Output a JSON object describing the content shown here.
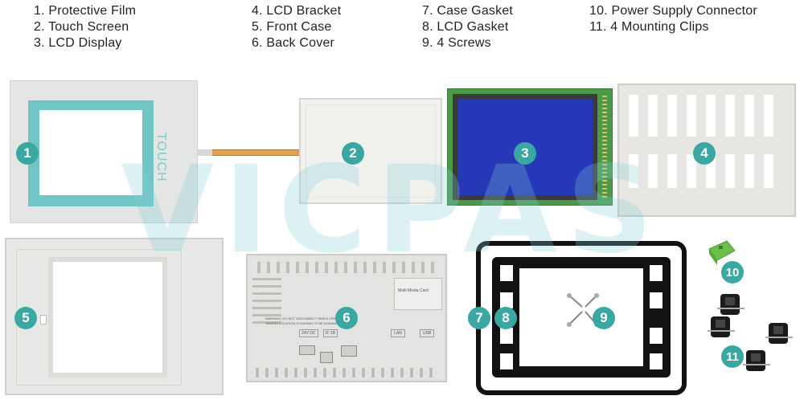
{
  "legend": {
    "col1": [
      "1. Protective Film",
      "2. Touch Screen",
      "3. LCD Display"
    ],
    "col2": [
      "4. LCD Bracket",
      "5. Front Case",
      "6. Back Cover"
    ],
    "col3": [
      "7. Case Gasket",
      "8. LCD Gasket",
      "9. 4 Screws"
    ],
    "col4": [
      "10. Power Supply Connector",
      "11. 4 Mounting Clips"
    ]
  },
  "watermark": "VICPAS",
  "film_label": "TOUCH",
  "badges": [
    "1",
    "2",
    "3",
    "4",
    "5",
    "6",
    "7",
    "8",
    "9",
    "10",
    "11"
  ],
  "back_cover_text": {
    "warning": "WARNING: DO NOT DISCONNECT WHILE CIRCUIT IS LIVE",
    "warning2": "UNLESS LOCATION IS KNOWN TO BE NONHAZARDOUS",
    "mmc": "Multi Media Card",
    "power": "24V DC",
    "ifib": "IF 1B",
    "lan": "LAN",
    "usb": "USB"
  },
  "colors": {
    "badge": "#3aa7a3",
    "film_frame": "#6fc6c4",
    "lcd_blue": "#2438b8",
    "pcb_green": "#4a9a48",
    "gasket": "#111111",
    "connector_green": "#6cc04a"
  }
}
